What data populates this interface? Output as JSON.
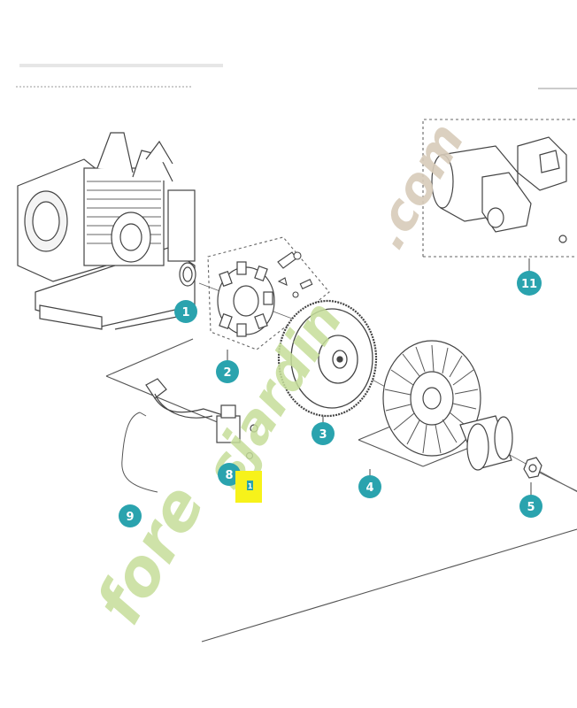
{
  "callouts": [
    {
      "id": "c1",
      "label": "1"
    },
    {
      "id": "c2",
      "label": "2"
    },
    {
      "id": "c3",
      "label": "3"
    },
    {
      "id": "c4",
      "label": "4"
    },
    {
      "id": "c5",
      "label": "5"
    },
    {
      "id": "c8",
      "label": "8"
    },
    {
      "id": "c9",
      "label": "9"
    },
    {
      "id": "c11",
      "label": "11"
    }
  ],
  "highlight_label": "1",
  "watermark": {
    "part_a": "fore",
    "part_b": "sjardin",
    "part_c": ".com"
  },
  "colors": {
    "callout": "#2aa3ae",
    "line": "#555555",
    "highlight": "#f7f21a",
    "watermark_green": "#c6de9a",
    "watermark_orange": "#f2c7a0",
    "watermark_grey": "#d8ccba"
  }
}
